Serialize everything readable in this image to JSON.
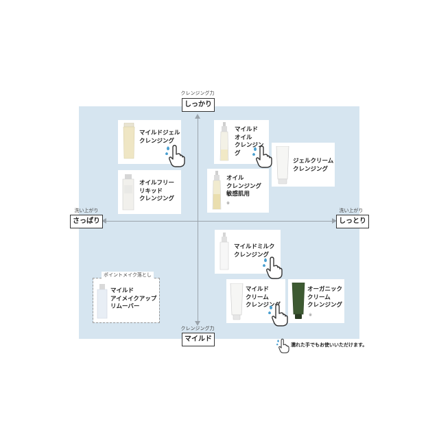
{
  "axes": {
    "top_caption": "クレンジング力",
    "top_label": "しっかり",
    "bottom_caption": "クレンジング力",
    "bottom_label": "マイルド",
    "left_caption": "洗い上がり",
    "left_label": "さっぱり",
    "right_caption": "洗い上がり",
    "right_label": "しっとり"
  },
  "products": [
    {
      "title": "マイルドジェル\nクレンジング",
      "wet_ok": true,
      "note": ""
    },
    {
      "title": "マイルド\nオイル\nクレンジング",
      "wet_ok": true,
      "note": ""
    },
    {
      "title": "ジェルクリーム\nクレンジング",
      "wet_ok": false,
      "note": ""
    },
    {
      "title": "オイルフリー\nリキッド\nクレンジング",
      "wet_ok": false,
      "note": ""
    },
    {
      "title": "オイル\nクレンジング\n敏感肌用",
      "wet_ok": false,
      "note": "※"
    },
    {
      "title": "マイルドミルク\nクレンジング",
      "wet_ok": true,
      "note": ""
    },
    {
      "title": "マイルド\nクリーム\nクレンジング",
      "wet_ok": true,
      "note": ""
    },
    {
      "title": "オーガニック\nクリーム\nクレンジング",
      "wet_ok": false,
      "note": "※"
    },
    {
      "title": "マイルド\nアイメイクアップ\nリムーバー",
      "wet_ok": false,
      "note": ""
    }
  ],
  "group_label": "ポイントメイク落とし",
  "legend_text": "濡れた手でもお使いいただけます。",
  "colors": {
    "panel": "#d6e5f0",
    "hand_drop": "#4a9fd0",
    "bottle_white": "#f1f1ee",
    "gel_cream": "#efe6c4",
    "organic_green": "#3d5a32",
    "oil_amber": "#e7d9a0"
  }
}
